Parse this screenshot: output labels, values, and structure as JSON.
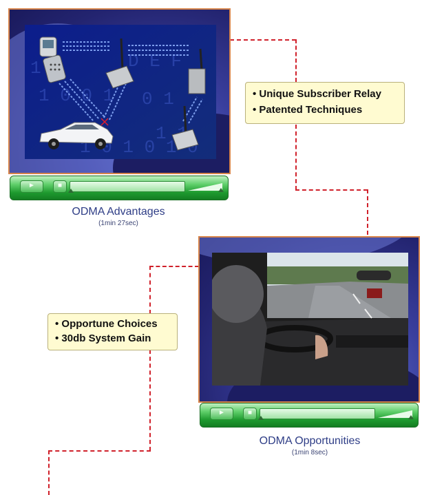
{
  "videos": [
    {
      "title": "ODMA Advantages",
      "duration": "(1min 27sec)",
      "play_icon": "play-icon",
      "stop_icon": "stop-icon"
    },
    {
      "title": "ODMA Opportunities",
      "duration": "(1min 8sec)",
      "play_icon": "play-icon",
      "stop_icon": "stop-icon"
    }
  ],
  "callouts": [
    {
      "items": [
        "Unique Subscriber Relay",
        "Patented Techniques"
      ]
    },
    {
      "items": [
        "Opportune Choices",
        "30db System Gain"
      ]
    }
  ],
  "colors": {
    "frame_border": "#d7844a",
    "controls_green": "#1e9a2f",
    "callout_bg": "#fffbd1",
    "connector": "#d0202a",
    "caption_text": "#2e3d86"
  }
}
